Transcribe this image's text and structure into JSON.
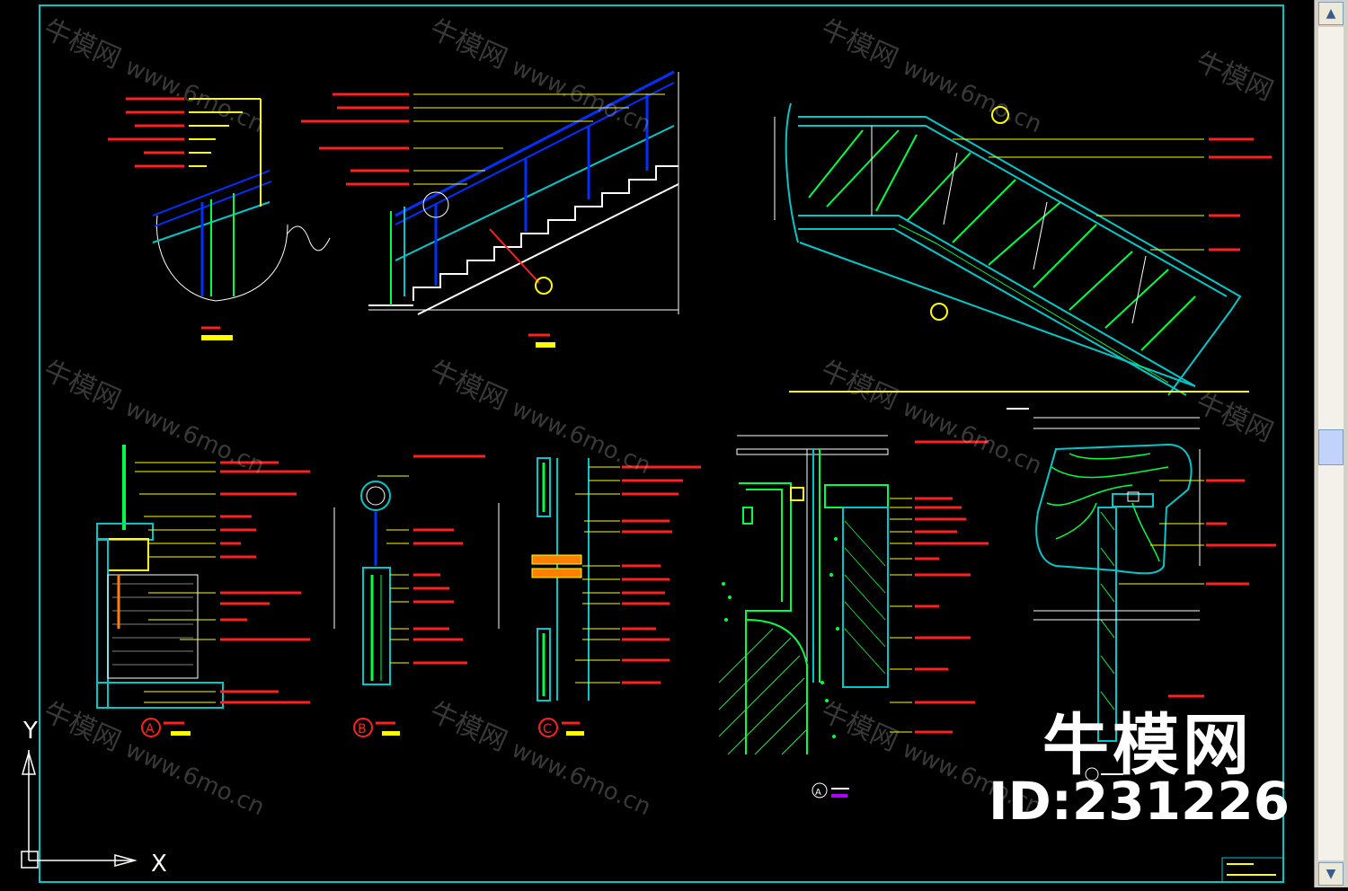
{
  "watermark": {
    "brand": "牛模网",
    "id_label": "ID:231226",
    "small_brand": "牛模网",
    "url": "www.6mo.cn"
  },
  "ucs": {
    "x_label": "X",
    "y_label": "Y"
  },
  "section_marks": {
    "a": "A",
    "b": "B",
    "c": "C"
  },
  "colors": {
    "background": "#000000",
    "frame": "#00c8c8",
    "text": "#ff2020",
    "leader": "#ffff00",
    "rail": "#00ff40",
    "post": "#0030ff"
  }
}
